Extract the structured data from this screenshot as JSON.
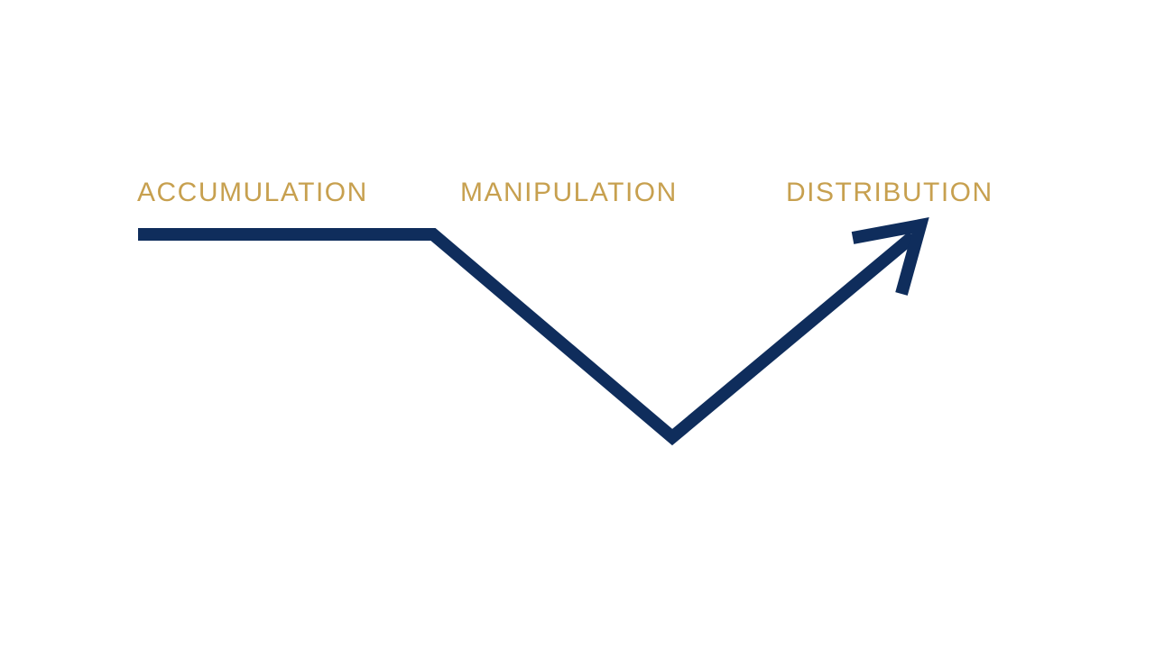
{
  "diagram": {
    "phases": [
      {
        "label": "ACCUMULATION"
      },
      {
        "label": "MANIPULATION"
      },
      {
        "label": "DISTRIBUTION"
      }
    ],
    "colors": {
      "text": "#c7a04f",
      "arrow": "#0f2d5c",
      "background": "#ffffff"
    }
  }
}
